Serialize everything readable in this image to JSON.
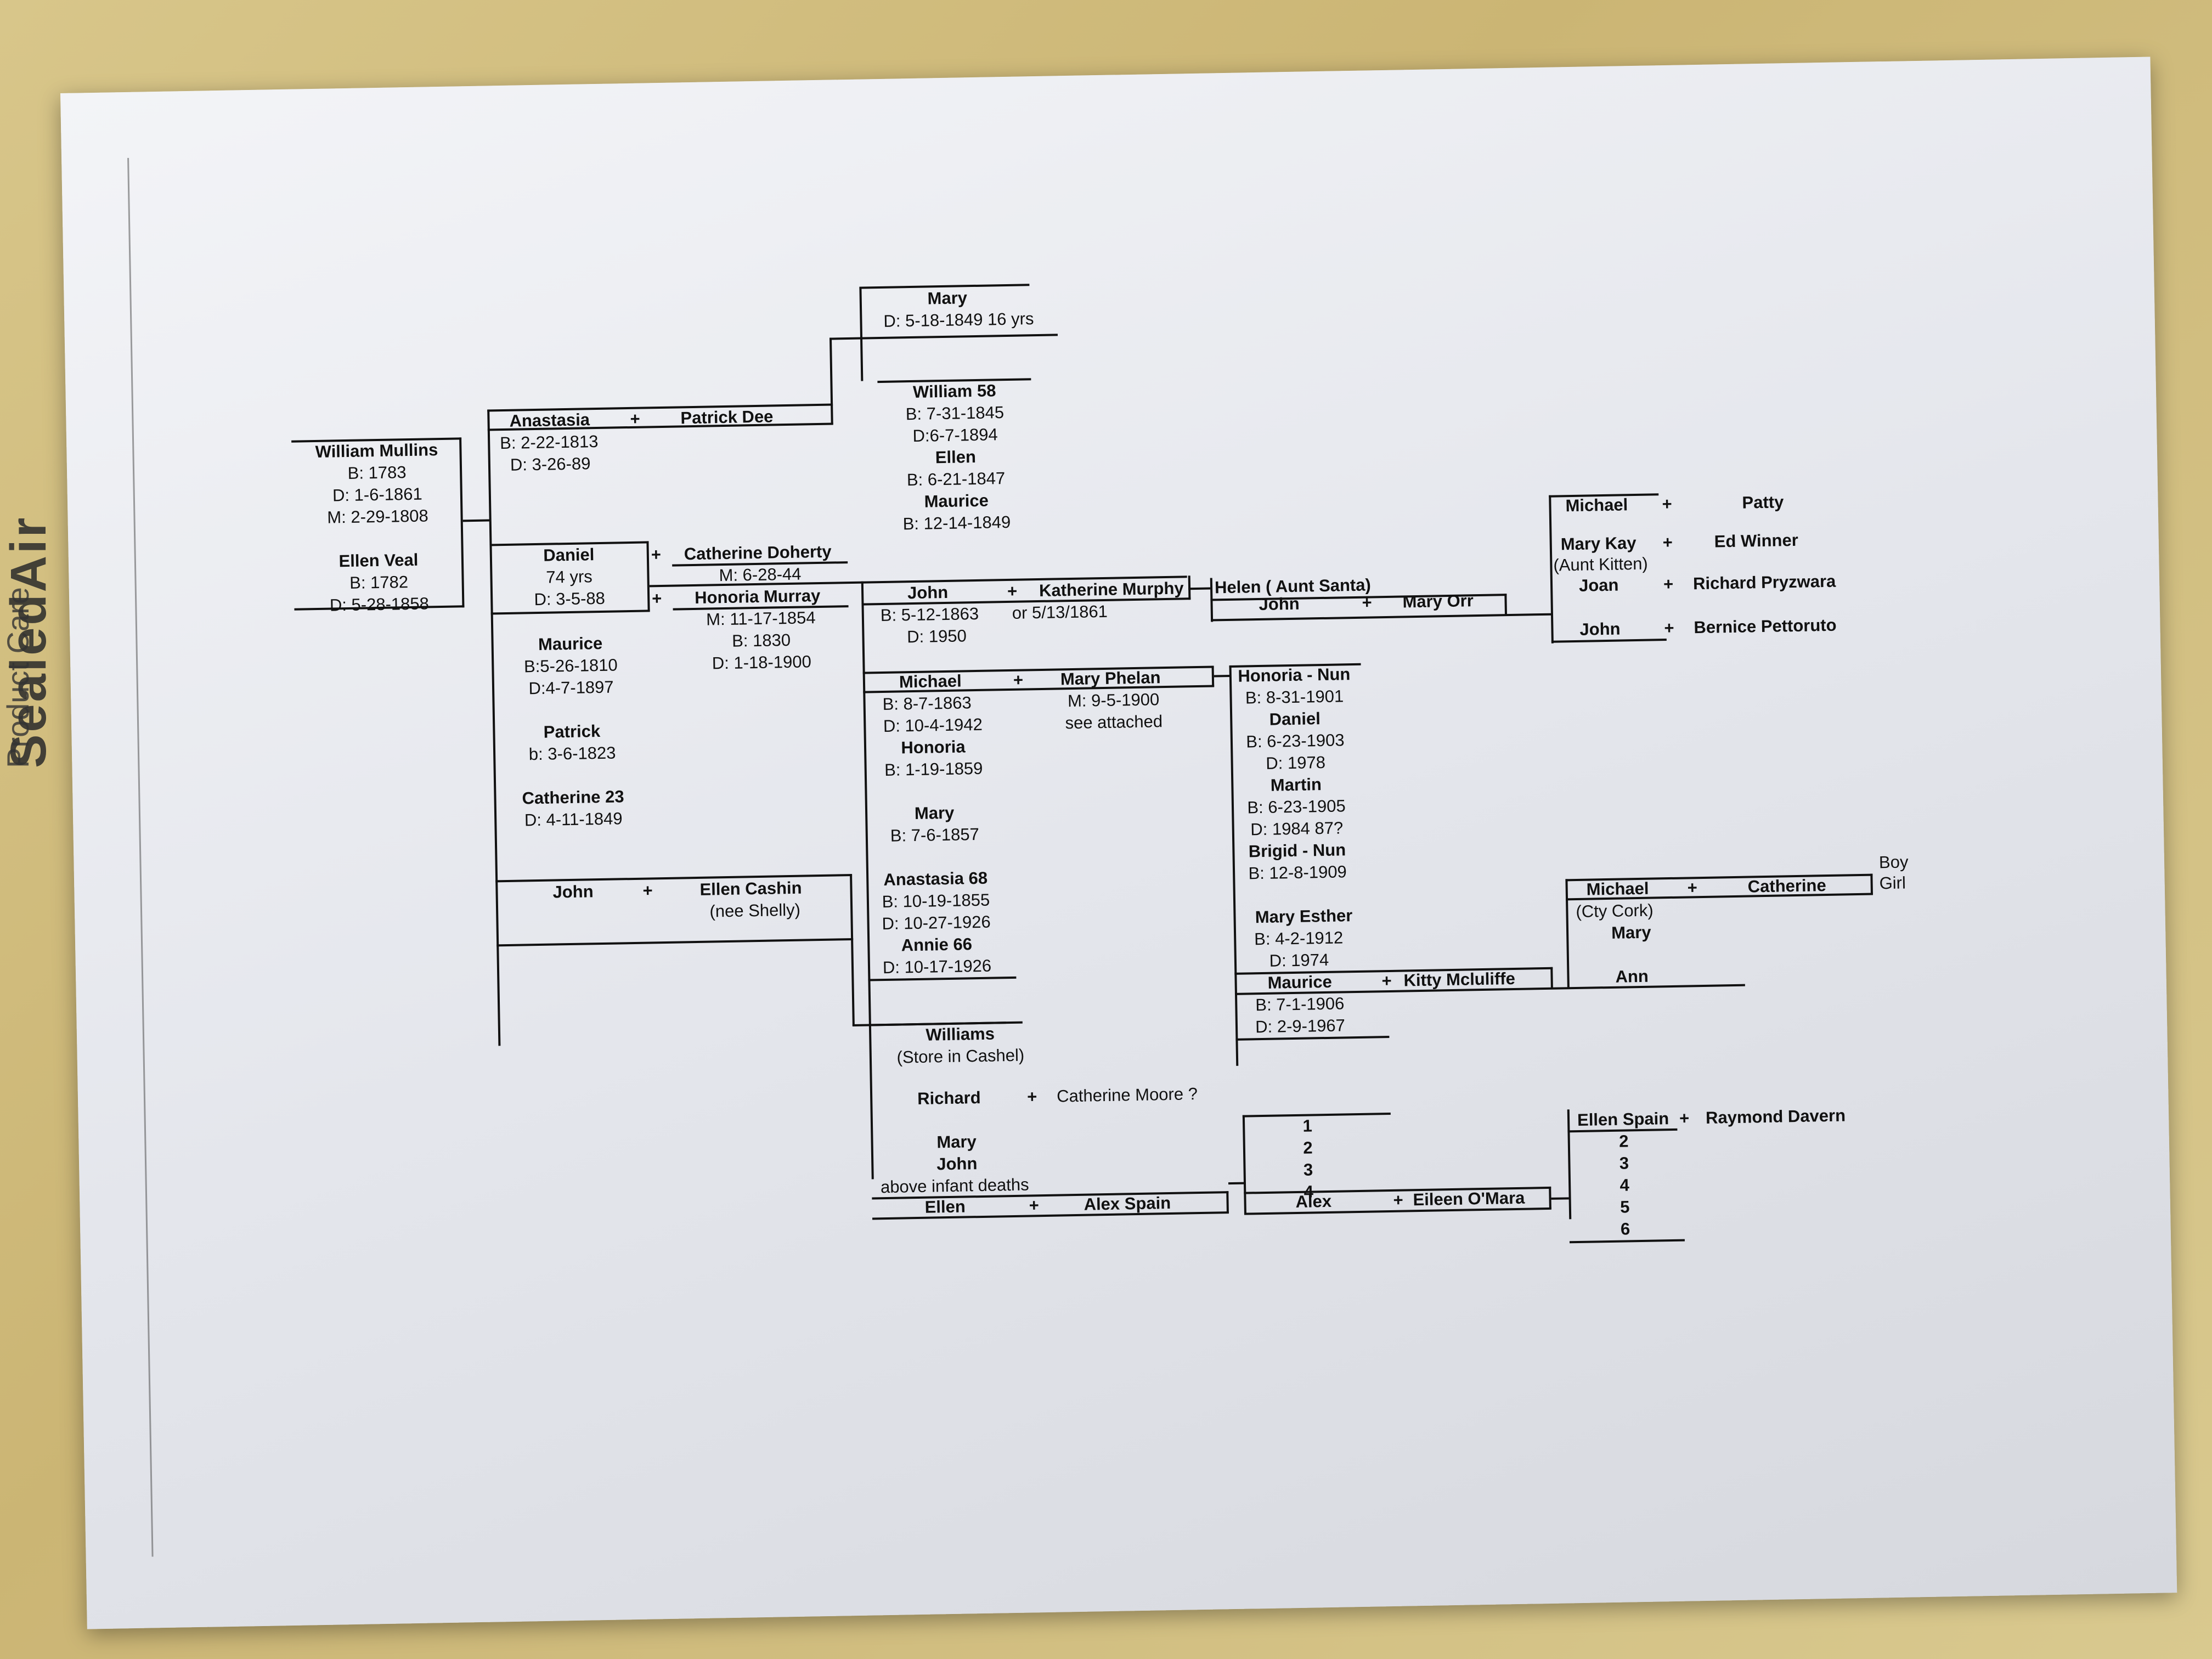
{
  "envelope": {
    "brand": "SealedAir",
    "sub": "Product Care"
  },
  "tree": {
    "william_mullins": {
      "name": "William Mullins",
      "born": "B: 1783",
      "died": "D: 1-6-1861",
      "married": "M: 2-29-1808"
    },
    "ellen_veal": {
      "name": "Ellen Veal",
      "born": "B: 1782",
      "died": "D: 5-28-1858"
    },
    "anastasia": {
      "name": "Anastasia",
      "born": "B: 2-22-1813",
      "died": "D: 3-26-89"
    },
    "patrick_dee": {
      "name": "Patrick Dee"
    },
    "mary_top": {
      "name": "Mary",
      "died": "D: 5-18-1849  16 yrs"
    },
    "william58": {
      "name": "William  58",
      "born": "B: 7-31-1845",
      "died": "D:6-7-1894"
    },
    "ellen_dee": {
      "name": "Ellen",
      "born": "B: 6-21-1847"
    },
    "maurice_dee": {
      "name": "Maurice",
      "born": "B: 12-14-1849"
    },
    "daniel": {
      "name": "Daniel",
      "age": "74 yrs",
      "died": "D: 3-5-88"
    },
    "catherine_doherty": {
      "name": "Catherine Doherty",
      "married": "M: 6-28-44"
    },
    "honoria_murray": {
      "name": "Honoria Murray",
      "married": "M: 11-17-1854",
      "born": "B: 1830",
      "died": "D: 1-18-1900"
    },
    "maurice": {
      "name": "Maurice",
      "born": "B:5-26-1810",
      "died": "D:4-7-1897"
    },
    "patrick": {
      "name": "Patrick",
      "born": "b: 3-6-1823"
    },
    "catherine23": {
      "name": "Catherine 23",
      "died": "D: 4-11-1849"
    },
    "john_cashin": {
      "name": "John",
      "spouse": "Ellen Cashin",
      "spouse_note": "(nee Shelly)"
    },
    "john": {
      "name": "John",
      "born": "B: 5-12-1863",
      "alt_born": "or 5/13/1861",
      "died": "D: 1950"
    },
    "katherine_murphy": {
      "name": "Katherine Murphy"
    },
    "helen": {
      "name": "Helen ( Aunt Santa)"
    },
    "john_orr": {
      "name": "John",
      "spouse": "Mary Orr"
    },
    "michael_patty": {
      "name": "Michael",
      "spouse": "Patty"
    },
    "mary_kay": {
      "name": "Mary Kay",
      "note": "(Aunt Kitten)",
      "spouse": "Ed Winner"
    },
    "joan": {
      "name": "Joan",
      "spouse": "Richard Pryzwara"
    },
    "john_bernice": {
      "name": "John",
      "spouse": "Bernice Pettoruto"
    },
    "michael": {
      "name": "Michael",
      "born": "B: 8-7-1863",
      "died": "D: 10-4-1942"
    },
    "mary_phelan": {
      "name": "Mary Phelan",
      "married": "M: 9-5-1900",
      "note": "see attached"
    },
    "honoria2": {
      "name": "Honoria",
      "born": "B: 1-19-1859"
    },
    "mary2": {
      "name": "Mary",
      "born": "B: 7-6-1857"
    },
    "anastasia68": {
      "name": "Anastasia  68",
      "born": "B: 10-19-1855",
      "died": "D: 10-27-1926"
    },
    "annie66": {
      "name": "Annie  66",
      "died": "D: 10-17-1926"
    },
    "honoria_nun": {
      "name": "Honoria - Nun",
      "born": "B: 8-31-1901"
    },
    "daniel2": {
      "name": "Daniel",
      "born": "B: 6-23-1903",
      "died": "D: 1978"
    },
    "martin": {
      "name": "Martin",
      "born": "B: 6-23-1905",
      "died": "D: 1984 87?"
    },
    "brigid": {
      "name": "Brigid - Nun",
      "born": "B: 12-8-1909"
    },
    "mary_esther": {
      "name": "Mary Esther",
      "born": "B: 4-2-1912",
      "died": "D: 1974"
    },
    "maurice2": {
      "name": "Maurice",
      "spouse": "Kitty Mcluliffe",
      "born": "B: 7-1-1906",
      "died": "D: 2-9-1967"
    },
    "michael_cath": {
      "name": "Michael",
      "spouse": "Catherine",
      "note": "(Cty Cork)"
    },
    "boy": "Boy",
    "girl": "Girl",
    "mary_cork": "Mary",
    "ann": "Ann",
    "williams": {
      "name": "Williams",
      "note": "(Store in Cashel)"
    },
    "richard": {
      "name": "Richard",
      "spouse": "Catherine Moore ?"
    },
    "mary3": "Mary",
    "john3": "John",
    "infant": "above infant deaths",
    "ellen_spain": {
      "name": "Ellen",
      "spouse": "Alex Spain"
    },
    "nums_a": [
      "1",
      "2",
      "3",
      "4"
    ],
    "alex": {
      "name": "Alex",
      "spouse": "Eileen O'Mara"
    },
    "ellen_spain2": {
      "name": "Ellen Spain",
      "spouse": "Raymond Davern"
    },
    "nums_b": [
      "2",
      "3",
      "4",
      "5",
      "6"
    ],
    "plus": "+"
  }
}
